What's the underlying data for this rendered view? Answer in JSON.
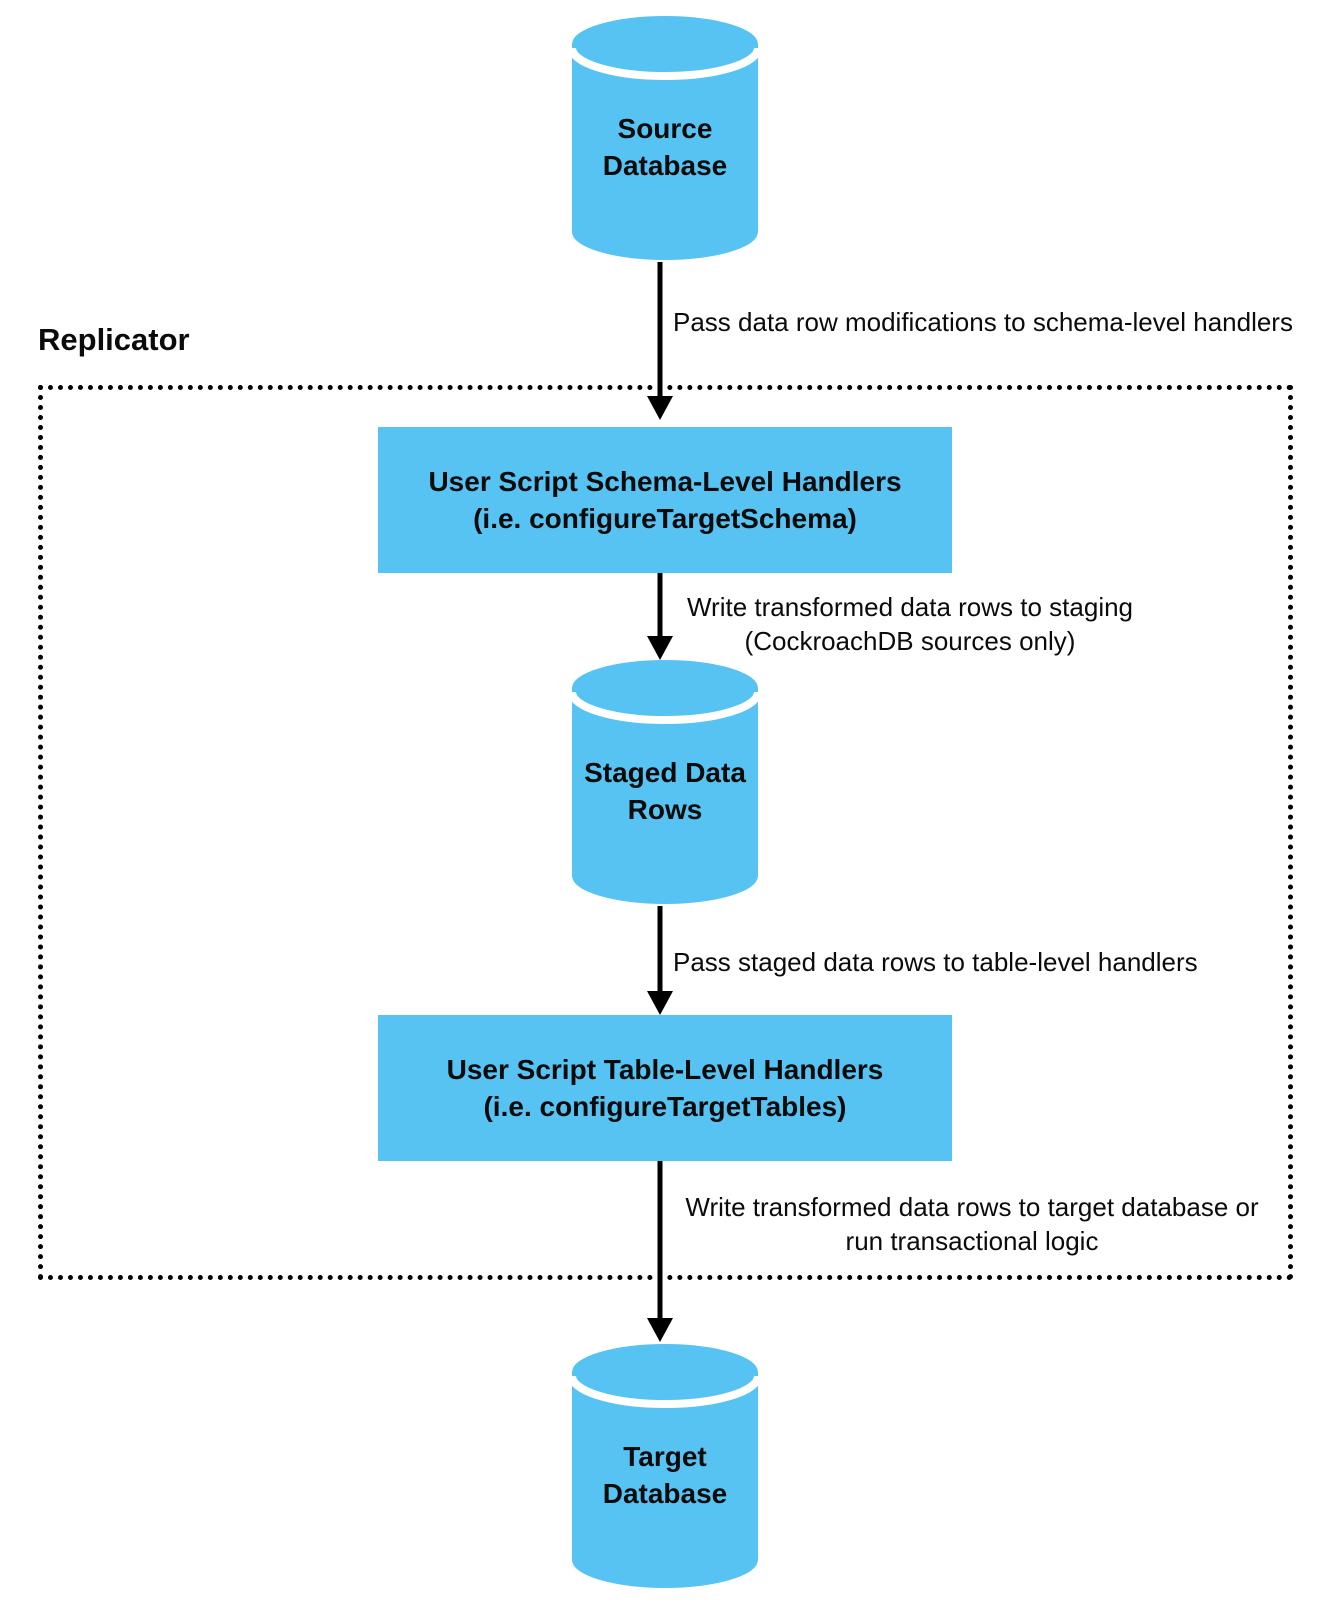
{
  "colors": {
    "node_fill": "#57C3F3",
    "line_color": "#000000",
    "text_color": "#0b0b0b",
    "bg_color": "#ffffff"
  },
  "replicator": {
    "label": "Replicator"
  },
  "nodes": {
    "source_database": {
      "label": "Source\nDatabase",
      "shape": "database-cylinder"
    },
    "schema_handlers": {
      "label": "User Script Schema-Level Handlers\n(i.e. configureTargetSchema)",
      "shape": "rectangle"
    },
    "staged_data_rows": {
      "label": "Staged Data\nRows",
      "shape": "database-cylinder"
    },
    "table_handlers": {
      "label": "User Script Table-Level Handlers\n(i.e. configureTargetTables)",
      "shape": "rectangle"
    },
    "target_database": {
      "label": "Target\nDatabase",
      "shape": "database-cylinder"
    }
  },
  "edges": {
    "source_to_schema": {
      "label": "Pass data row modifications to schema-level handlers"
    },
    "schema_to_staged": {
      "label": "Write transformed data rows to staging\n(CockroachDB sources only)"
    },
    "staged_to_table": {
      "label": "Pass staged data rows to table-level handlers"
    },
    "table_to_target": {
      "label": "Write transformed data rows to target database or\nrun transactional logic"
    }
  }
}
